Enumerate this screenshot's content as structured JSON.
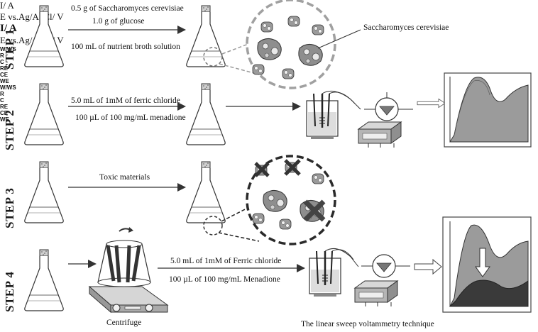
{
  "steps": [
    {
      "label": "STEP 1",
      "lines": [
        "0.5 g of Saccharomyces cerevisiae",
        "1.0 g of glucose",
        "100 mL of nutrient broth solution"
      ],
      "callout": "Saccharomyces cerevisiae"
    },
    {
      "label": "STEP 2",
      "lines": [
        "5.0 mL of 1mM of ferric chloride",
        "100 µL of 100 mg/mL menadione"
      ]
    },
    {
      "label": "STEP 3",
      "lines": [
        "Toxic materials"
      ]
    },
    {
      "label": "STEP 4",
      "lines": [
        "5.0 mL of 1mM of Ferric chloride",
        "100 µL of 100 mg/mL Menadione"
      ]
    }
  ],
  "centrifuge_label": "Centrifuge",
  "technique_label": "The linear sweep voltammetry technique",
  "potentiostat": {
    "ww": "W/WS",
    "r": "R",
    "c": "C",
    "electrodes": [
      "RE",
      "CE",
      "WE"
    ]
  },
  "plots": [
    {
      "ylabel": "I/ A",
      "xlabel": "E vs.Ag/AgCl/ V"
    },
    {
      "ylabel": "I/ A",
      "xlabel": "E vs.Ag/AgCl/ V"
    }
  ],
  "colors": {
    "ink": "#1a1a1a",
    "dashed_gray": "#9a9a9a",
    "dashed_dark": "#2a2a2a",
    "cell": "#8c8c8c",
    "surface_light": "#9b9b9b",
    "surface_dark": "#3a3a3a"
  }
}
